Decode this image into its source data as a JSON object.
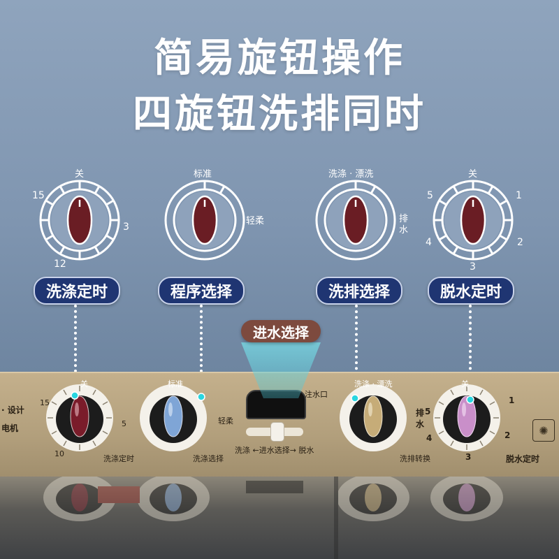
{
  "headline": {
    "line1": "简易旋钮操作",
    "line2": "四旋钮洗排同时"
  },
  "dials": [
    {
      "id": "wash-timer",
      "top_label": "关",
      "numbers": [
        "15",
        "3",
        "12"
      ],
      "pill": "洗涤定时"
    },
    {
      "id": "program",
      "top_label": "标准",
      "side_label": "轻柔",
      "pill": "程序选择"
    },
    {
      "id": "wash-drain",
      "top_label": "洗涤 · 漂洗",
      "side_label_1": "排",
      "side_label_2": "水",
      "pill": "洗排选择"
    },
    {
      "id": "spin-timer",
      "top_label": "关",
      "numbers": [
        "5",
        "1",
        "4",
        "2",
        "3"
      ],
      "pill": "脱水定时"
    }
  ],
  "inlet": {
    "pill": "进水选择"
  },
  "panel": {
    "design_text": "· 设计",
    "machine_text": "电机",
    "knob1_top": "关",
    "knob1_n15": "15",
    "knob1_n5": "5",
    "knob1_n10": "10",
    "knob1_label": "洗涤定时",
    "knob2_top": "标准",
    "knob2_side": "轻柔",
    "knob2_label": "洗涤选择",
    "inlet_port": "注水口",
    "inlet_select": "洗涤 ←进水选择→ 脱水",
    "knob3_top": "洗涤 · 漂洗",
    "knob3_side1": "排",
    "knob3_side2": "水",
    "knob3_label": "洗排转换",
    "knob4_top": "关",
    "knob4_n5": "5",
    "knob4_n4": "4",
    "knob4_n3": "3",
    "knob4_n2": "2",
    "knob4_n1": "1",
    "knob4_label": "脱水定时"
  },
  "colors": {
    "pill_blue": "#1f3572",
    "inlet_brown": "#7d4a3e",
    "knob_oval": "#6a1d24",
    "panel_gold": "#b8a480",
    "cyan_dot": "#29d6e0"
  }
}
